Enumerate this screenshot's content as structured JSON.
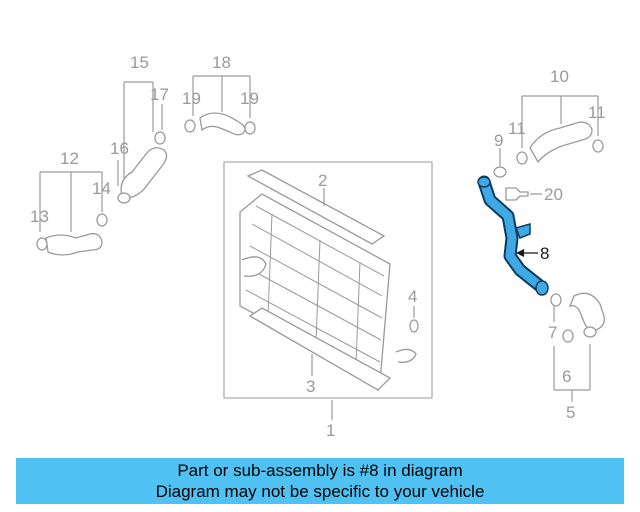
{
  "diagram": {
    "highlight_color": "#1a8fd8",
    "callouts": [
      "1",
      "2",
      "3",
      "4",
      "5",
      "6",
      "7",
      "8",
      "9",
      "10",
      "11",
      "11",
      "12",
      "13",
      "14",
      "15",
      "16",
      "17",
      "18",
      "19",
      "19",
      "20"
    ]
  },
  "banner": {
    "line1": "Part or sub-assembly is #8 in diagram",
    "line2": "Diagram may not be specific to your vehicle",
    "color": "#4fc1f2"
  }
}
